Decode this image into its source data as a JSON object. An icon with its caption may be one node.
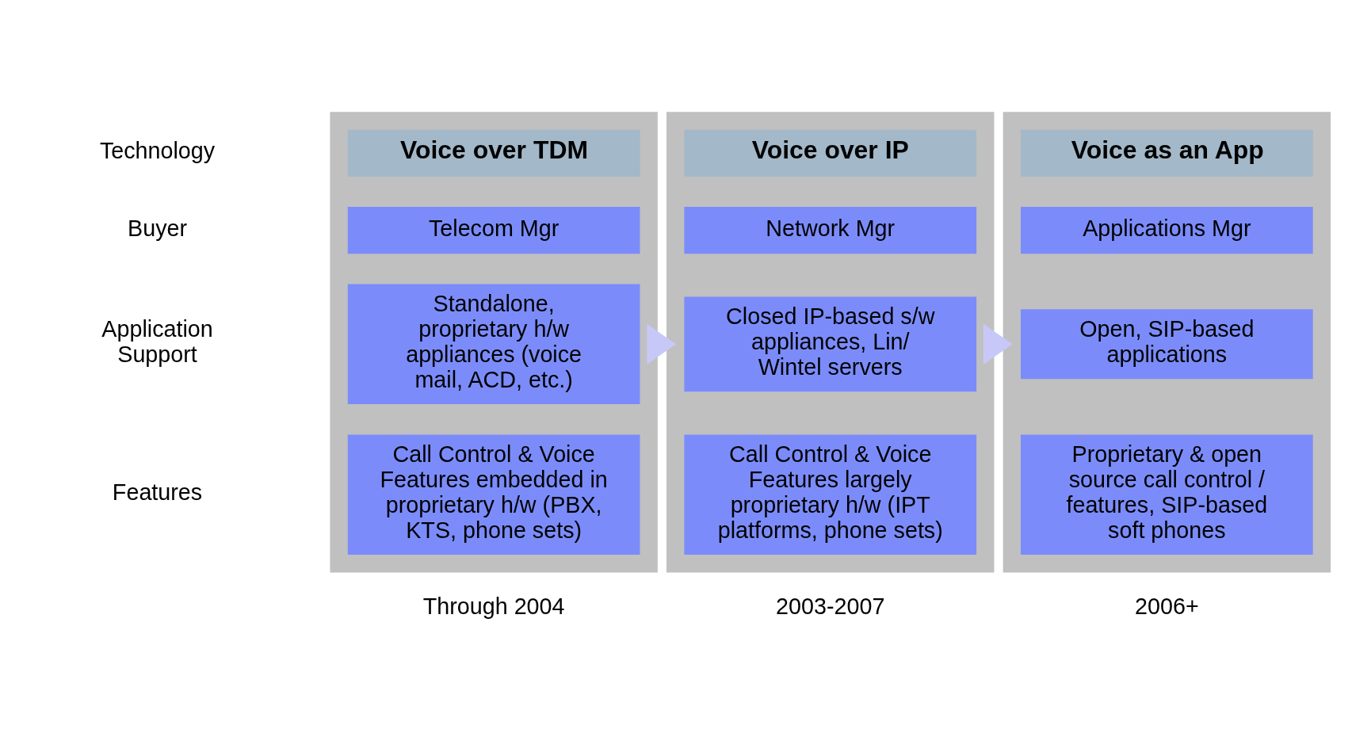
{
  "diagram": {
    "nodes": [
      {
        "text": [],
        "shape": "box"
      },
      {
        "text": [
          "Voice over TDM"
        ],
        "in": 0
      },
      {
        "text": [
          "Telecom Mgr"
        ],
        "in": 0
      },
      {
        "text": [
          "Standalone, proprietary h/w appliances (voice mail, ACD, etc.)"
        ],
        "in": 0
      },
      {
        "text": [
          "Call Control & Voice Features embedded in proprietary h/w (PBX, KTS, phone sets)"
        ],
        "in": 0
      },
      {
        "text": [],
        "shape": "box"
      },
      {
        "text": [
          "Voice over IP"
        ],
        "in": 5
      },
      {
        "text": [
          "Network Mgr"
        ],
        "in": 5
      },
      {
        "text": [
          "Closed IP-based s/w appliances, Lin/ Wintel servers"
        ],
        "in": 5
      },
      {
        "text": [
          "Call Control & Voice Features largely proprietary h/w (IPT platforms, phone sets)"
        ],
        "in": 5
      },
      {
        "text": [],
        "shape": "box"
      },
      {
        "text": [
          "Voice as an App"
        ],
        "in": 10
      },
      {
        "text": [
          "Applications Mgr"
        ],
        "in": 10
      },
      {
        "text": [
          "Open, SIP-based applications"
        ],
        "in": 10
      },
      {
        "text": [
          "Proprietary & open source call control / features, SIP-based soft phones"
        ],
        "in": 10
      }
    ],
    "edges": [
      {
        "from": 0,
        "to": 5,
        "arrow": "to",
        "style": "thick"
      },
      {
        "from": 5,
        "to": 10,
        "arrow": "to",
        "style": "thick"
      }
    ],
    "labels": [
      "Technology",
      "Buyer",
      "Application Support",
      "Features",
      "Through 2004",
      "2003-2007",
      "2006+"
    ]
  }
}
